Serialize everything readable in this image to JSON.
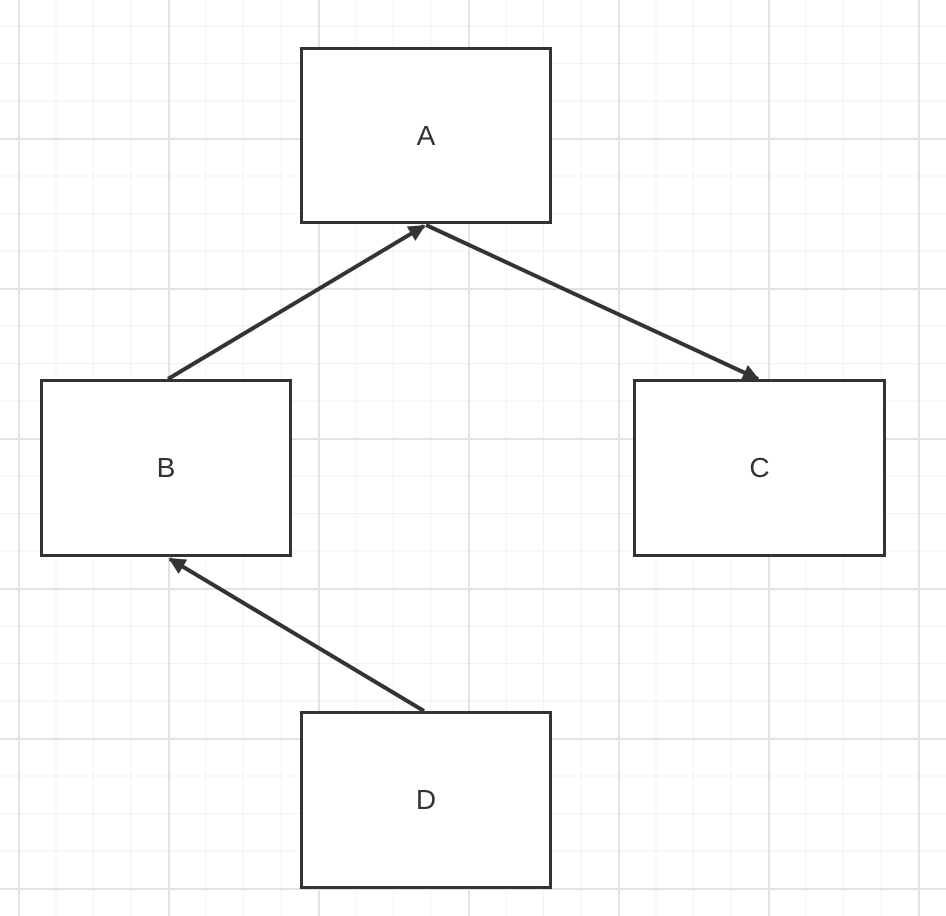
{
  "diagram": {
    "nodes": [
      {
        "id": "A",
        "label": "A"
      },
      {
        "id": "B",
        "label": "B"
      },
      {
        "id": "C",
        "label": "C"
      },
      {
        "id": "D",
        "label": "D"
      }
    ],
    "edges": [
      {
        "from": "B",
        "to": "A"
      },
      {
        "from": "A",
        "to": "C"
      },
      {
        "from": "D",
        "to": "B"
      }
    ],
    "colors": {
      "stroke": "#333333",
      "background": "#ffffff",
      "grid_major": "#e2e2e2",
      "grid_minor": "#f1f1f1"
    }
  }
}
